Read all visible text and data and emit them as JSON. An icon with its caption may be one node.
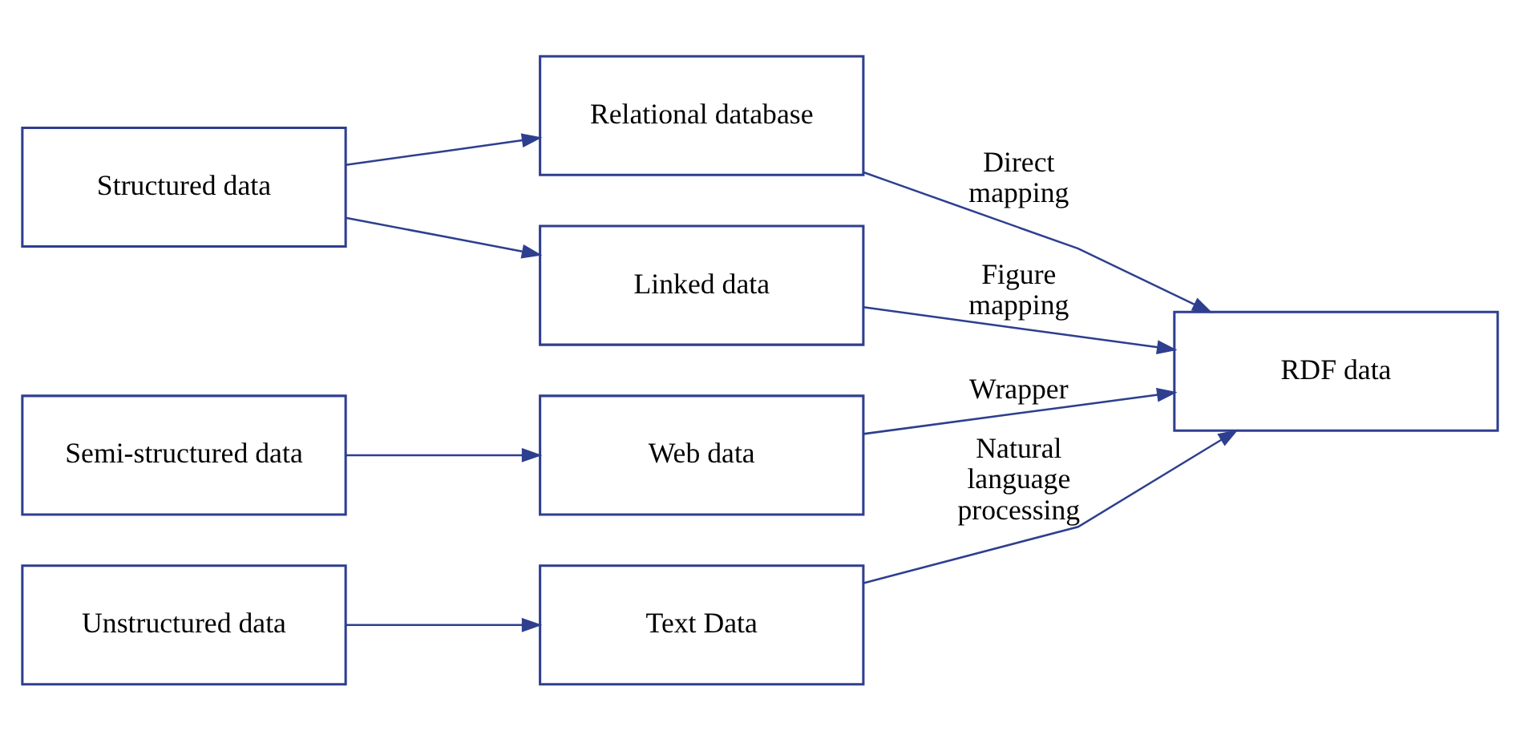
{
  "diagram": {
    "nodes": [
      {
        "text": [
          "Structured data"
        ]
      },
      {
        "text": [
          "Relational database"
        ]
      },
      {
        "text": [
          "Linked data"
        ]
      },
      {
        "text": [
          "Semi-structured data"
        ]
      },
      {
        "text": [
          "Web data"
        ]
      },
      {
        "text": [
          "Unstructured data"
        ]
      },
      {
        "text": [
          "Text Data"
        ]
      },
      {
        "text": [
          "RDF data"
        ]
      }
    ],
    "edges": [
      {
        "from": 0,
        "to": 1,
        "arrow": "to"
      },
      {
        "from": 0,
        "to": 2,
        "arrow": "to"
      },
      {
        "from": 3,
        "to": 4,
        "arrow": "to"
      },
      {
        "from": 5,
        "to": 6,
        "arrow": "to"
      },
      {
        "from": 1,
        "to": 7,
        "arrow": "to",
        "label": "Direct mapping"
      },
      {
        "from": 2,
        "to": 7,
        "arrow": "to",
        "label": "Figure mapping"
      },
      {
        "from": 4,
        "to": 7,
        "arrow": "to",
        "label": "Wrapper"
      },
      {
        "from": 6,
        "to": 7,
        "arrow": "to",
        "label": "Natural language processing"
      }
    ]
  }
}
